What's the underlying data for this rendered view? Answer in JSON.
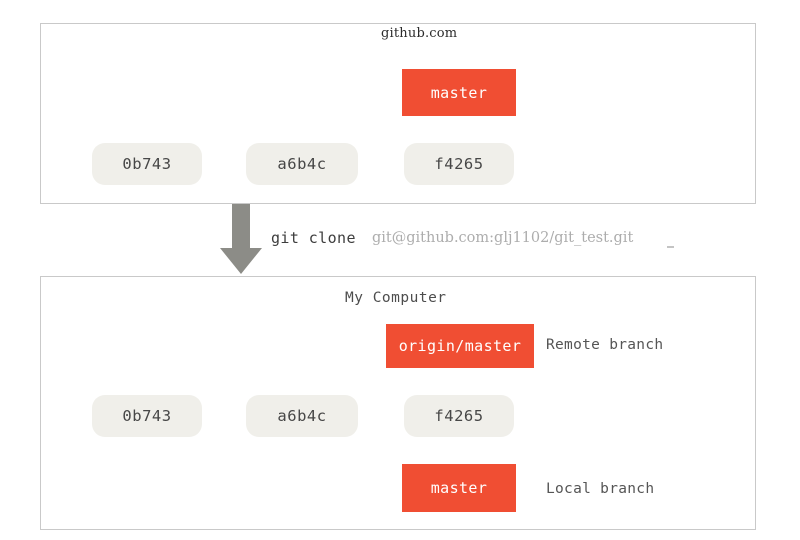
{
  "colors": {
    "branch_red": "#f04e33",
    "commit_fill": "#f0efea",
    "commit_text": "#474747",
    "panel_border": "#c9c9c9",
    "arrow_gray": "#8c8c87",
    "thin_arrow_gray": "#9a9a95",
    "url_gray": "#adadad",
    "caption_gray": "#555555",
    "page_background": "#ffffff"
  },
  "remote_panel": {
    "title": "github.com",
    "commits": [
      {
        "id": "0b743"
      },
      {
        "id": "a6b4c"
      },
      {
        "id": "f4265"
      }
    ],
    "branch_boxes": [
      {
        "label": "master",
        "points_to": "f4265",
        "kind": "branch-pointer"
      }
    ]
  },
  "transition": {
    "command": "git clone",
    "url": "git@github.com:glj1102/git_test.git",
    "arrow_direction": "down"
  },
  "local_panel": {
    "title": "My Computer",
    "commits": [
      {
        "id": "0b743"
      },
      {
        "id": "a6b4c"
      },
      {
        "id": "f4265"
      }
    ],
    "branch_boxes": [
      {
        "label": "origin/master",
        "caption": "Remote branch",
        "points_to": "f4265",
        "position": "above"
      },
      {
        "label": "master",
        "caption": "Local branch",
        "points_to": "f4265",
        "position": "below"
      }
    ]
  }
}
